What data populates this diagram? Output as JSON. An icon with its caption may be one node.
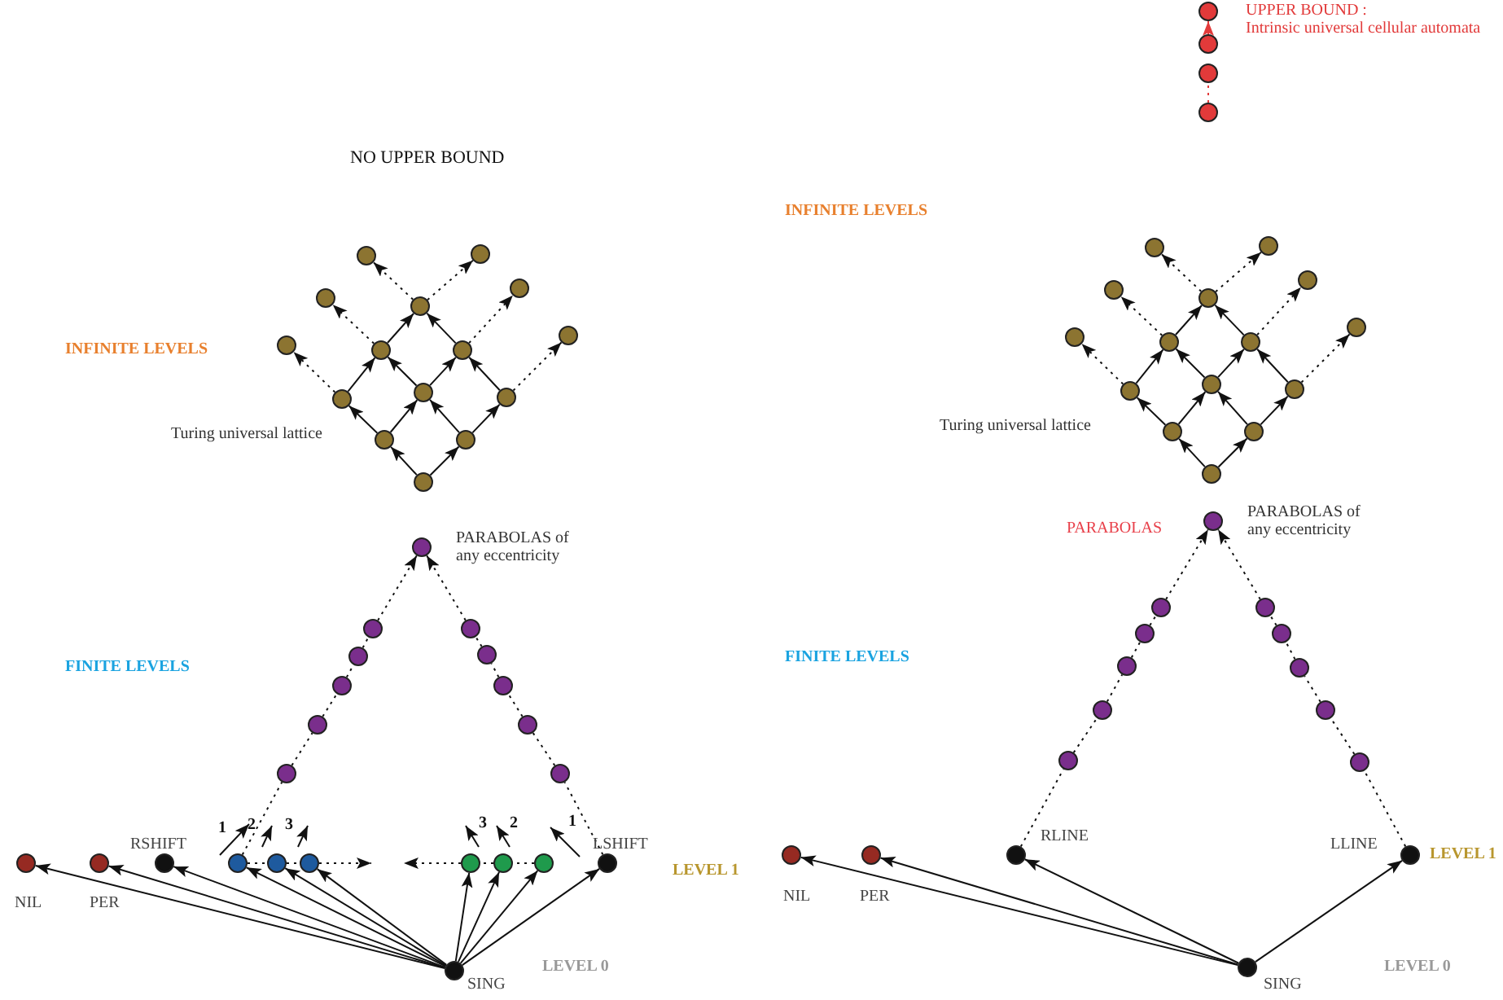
{
  "diagram": {
    "nodes": [
      {
        "text": [],
        "shape": "circle",
        "beside": [
          "UPPER BOUND :",
          "Intrinsic universal cellular automata"
        ]
      },
      {
        "text": [],
        "shape": "circle"
      },
      {
        "text": [],
        "shape": "circle"
      },
      {
        "text": [],
        "shape": "circle"
      },
      {
        "text": [],
        "shape": "circle"
      },
      {
        "text": [],
        "shape": "circle"
      },
      {
        "text": [],
        "shape": "circle"
      },
      {
        "text": [],
        "shape": "circle"
      },
      {
        "text": [],
        "shape": "circle"
      },
      {
        "text": [],
        "shape": "circle"
      },
      {
        "text": [],
        "shape": "circle"
      },
      {
        "text": [],
        "shape": "circle"
      },
      {
        "text": [],
        "shape": "circle"
      },
      {
        "text": [],
        "shape": "circle"
      },
      {
        "text": [],
        "shape": "circle"
      },
      {
        "text": [],
        "shape": "circle"
      },
      {
        "text": [],
        "shape": "circle"
      },
      {
        "text": [],
        "shape": "circle"
      },
      {
        "text": [],
        "shape": "circle"
      },
      {
        "text": [],
        "shape": "circle"
      },
      {
        "text": [],
        "shape": "circle"
      },
      {
        "text": [],
        "shape": "circle"
      },
      {
        "text": [],
        "shape": "circle"
      },
      {
        "text": [],
        "shape": "circle"
      },
      {
        "text": [],
        "shape": "circle"
      },
      {
        "text": [],
        "shape": "circle"
      },
      {
        "text": [],
        "shape": "circle"
      },
      {
        "text": [],
        "shape": "circle"
      },
      {
        "text": [],
        "shape": "circle"
      },
      {
        "text": [],
        "shape": "circle"
      },
      {
        "text": [],
        "shape": "circle"
      },
      {
        "text": [],
        "shape": "circle"
      },
      {
        "text": [],
        "shape": "circle"
      },
      {
        "text": [],
        "shape": "circle"
      },
      {
        "text": [],
        "shape": "circle",
        "beside": [
          "PARABOLAS of any eccentricity"
        ]
      },
      {
        "text": [],
        "shape": "circle"
      },
      {
        "text": [],
        "shape": "circle"
      },
      {
        "text": [],
        "shape": "circle"
      },
      {
        "text": [],
        "shape": "circle"
      },
      {
        "text": [],
        "shape": "circle"
      },
      {
        "text": [],
        "shape": "circle"
      },
      {
        "text": [],
        "shape": "circle"
      },
      {
        "text": [],
        "shape": "circle"
      },
      {
        "text": [],
        "shape": "circle"
      },
      {
        "text": [],
        "shape": "circle"
      },
      {
        "text": [],
        "shape": "circle",
        "beside": [
          "PARABOLAS of any eccentricity"
        ]
      },
      {
        "text": [],
        "shape": "circle"
      },
      {
        "text": [],
        "shape": "circle"
      },
      {
        "text": [],
        "shape": "circle"
      },
      {
        "text": [],
        "shape": "circle"
      },
      {
        "text": [],
        "shape": "circle"
      },
      {
        "text": [],
        "shape": "circle"
      },
      {
        "text": [],
        "shape": "circle"
      },
      {
        "text": [],
        "shape": "circle"
      },
      {
        "text": [],
        "shape": "circle"
      },
      {
        "text": [],
        "shape": "circle"
      },
      {
        "text": [],
        "shape": "circle",
        "beside": [
          "NIL"
        ]
      },
      {
        "text": [],
        "shape": "circle",
        "beside": [
          "PER"
        ]
      },
      {
        "text": [],
        "shape": "circle",
        "beside": [
          "RSHIFT"
        ]
      },
      {
        "text": [],
        "shape": "circle"
      },
      {
        "text": [],
        "shape": "circle"
      },
      {
        "text": [],
        "shape": "circle"
      },
      {
        "text": [],
        "shape": "circle"
      },
      {
        "text": [],
        "shape": "circle"
      },
      {
        "text": [],
        "shape": "circle"
      },
      {
        "text": [],
        "shape": "circle",
        "beside": [
          "LSHIFT"
        ]
      },
      {
        "text": [],
        "shape": "circle",
        "beside": [
          "SING"
        ]
      },
      {
        "text": [],
        "shape": "circle",
        "beside": [
          "NIL"
        ]
      },
      {
        "text": [],
        "shape": "circle",
        "beside": [
          "PER"
        ]
      },
      {
        "text": [],
        "shape": "circle",
        "beside": [
          "RLINE"
        ]
      },
      {
        "text": [],
        "shape": "circle",
        "beside": [
          "LLINE"
        ]
      },
      {
        "text": [],
        "shape": "circle",
        "beside": [
          "SING"
        ]
      }
    ],
    "edges": [
      {
        "from": 1,
        "to": 0,
        "arrow": "to",
        "color": "#e23a3a"
      },
      {
        "from": 3,
        "to": 2,
        "arrow": "none",
        "style": "dashed",
        "color": "#e23a3a"
      },
      {
        "from": 12,
        "to": 10,
        "arrow": "to"
      },
      {
        "from": 12,
        "to": 11,
        "arrow": "to"
      },
      {
        "from": 10,
        "to": 7,
        "arrow": "to"
      },
      {
        "from": 10,
        "to": 8,
        "arrow": "to"
      },
      {
        "from": 11,
        "to": 8,
        "arrow": "to"
      },
      {
        "from": 11,
        "to": 9,
        "arrow": "to"
      },
      {
        "from": 7,
        "to": 5,
        "arrow": "to"
      },
      {
        "from": 8,
        "to": 5,
        "arrow": "to"
      },
      {
        "from": 8,
        "to": 6,
        "arrow": "to"
      },
      {
        "from": 9,
        "to": 6,
        "arrow": "to"
      },
      {
        "from": 5,
        "to": 4,
        "arrow": "to"
      },
      {
        "from": 6,
        "to": 4,
        "arrow": "to"
      },
      {
        "from": 7,
        "to": 13,
        "arrow": "to",
        "style": "dashed"
      },
      {
        "from": 5,
        "to": 14,
        "arrow": "to",
        "style": "dashed"
      },
      {
        "from": 4,
        "to": 15,
        "arrow": "to",
        "style": "dashed"
      },
      {
        "from": 4,
        "to": 16,
        "arrow": "to",
        "style": "dashed"
      },
      {
        "from": 6,
        "to": 17,
        "arrow": "to",
        "style": "dashed"
      },
      {
        "from": 9,
        "to": 18,
        "arrow": "to",
        "style": "dashed"
      },
      {
        "from": 27,
        "to": 25,
        "arrow": "to"
      },
      {
        "from": 27,
        "to": 26,
        "arrow": "to"
      },
      {
        "from": 25,
        "to": 22,
        "arrow": "to"
      },
      {
        "from": 25,
        "to": 23,
        "arrow": "to"
      },
      {
        "from": 26,
        "to": 23,
        "arrow": "to"
      },
      {
        "from": 26,
        "to": 24,
        "arrow": "to"
      },
      {
        "from": 22,
        "to": 20,
        "arrow": "to"
      },
      {
        "from": 23,
        "to": 20,
        "arrow": "to"
      },
      {
        "from": 23,
        "to": 21,
        "arrow": "to"
      },
      {
        "from": 24,
        "to": 21,
        "arrow": "to"
      },
      {
        "from": 20,
        "to": 19,
        "arrow": "to"
      },
      {
        "from": 21,
        "to": 19,
        "arrow": "to"
      },
      {
        "from": 22,
        "to": 28,
        "arrow": "to",
        "style": "dashed"
      },
      {
        "from": 20,
        "to": 29,
        "arrow": "to",
        "style": "dashed"
      },
      {
        "from": 19,
        "to": 30,
        "arrow": "to",
        "style": "dashed"
      },
      {
        "from": 19,
        "to": 31,
        "arrow": "to",
        "style": "dashed"
      },
      {
        "from": 21,
        "to": 32,
        "arrow": "to",
        "style": "dashed"
      },
      {
        "from": 24,
        "to": 33,
        "arrow": "to",
        "style": "dashed"
      },
      {
        "from": 59,
        "to": 39,
        "arrow": "none",
        "style": "dashed"
      },
      {
        "from": 39,
        "to": 38,
        "arrow": "none",
        "style": "dashed"
      },
      {
        "from": 38,
        "to": 37,
        "arrow": "none",
        "style": "dashed"
      },
      {
        "from": 37,
        "to": 36,
        "arrow": "none",
        "style": "dashed"
      },
      {
        "from": 36,
        "to": 35,
        "arrow": "none",
        "style": "dashed"
      },
      {
        "from": 35,
        "to": 34,
        "arrow": "to",
        "style": "dashed"
      },
      {
        "from": 65,
        "to": 44,
        "arrow": "none",
        "style": "dashed"
      },
      {
        "from": 44,
        "to": 43,
        "arrow": "none",
        "style": "dashed"
      },
      {
        "from": 43,
        "to": 42,
        "arrow": "none",
        "style": "dashed"
      },
      {
        "from": 42,
        "to": 41,
        "arrow": "none",
        "style": "dashed"
      },
      {
        "from": 41,
        "to": 40,
        "arrow": "none",
        "style": "dashed"
      },
      {
        "from": 40,
        "to": 34,
        "arrow": "to",
        "style": "dashed"
      },
      {
        "from": 69,
        "to": 50,
        "arrow": "none",
        "style": "dashed"
      },
      {
        "from": 50,
        "to": 49,
        "arrow": "none",
        "style": "dashed"
      },
      {
        "from": 49,
        "to": 48,
        "arrow": "none",
        "style": "dashed"
      },
      {
        "from": 48,
        "to": 47,
        "arrow": "none",
        "style": "dashed"
      },
      {
        "from": 47,
        "to": 46,
        "arrow": "none",
        "style": "dashed"
      },
      {
        "from": 46,
        "to": 45,
        "arrow": "to",
        "style": "dashed"
      },
      {
        "from": 70,
        "to": 55,
        "arrow": "none",
        "style": "dashed"
      },
      {
        "from": 55,
        "to": 54,
        "arrow": "none",
        "style": "dashed"
      },
      {
        "from": 54,
        "to": 53,
        "arrow": "none",
        "style": "dashed"
      },
      {
        "from": 53,
        "to": 52,
        "arrow": "none",
        "style": "dashed"
      },
      {
        "from": 52,
        "to": 51,
        "arrow": "none",
        "style": "dashed"
      },
      {
        "from": 51,
        "to": 45,
        "arrow": "to",
        "style": "dashed"
      },
      {
        "from": 59,
        "to": 60,
        "arrow": "none",
        "style": "dashed"
      },
      {
        "from": 60,
        "to": 61,
        "arrow": "none",
        "style": "dashed"
      },
      {
        "from": 61,
        "to": null,
        "arrow": "to",
        "style": "dashed"
      },
      {
        "from": 64,
        "to": 63,
        "arrow": "none",
        "style": "dashed"
      },
      {
        "from": 63,
        "to": 62,
        "arrow": "none",
        "style": "dashed"
      },
      {
        "from": 62,
        "to": null,
        "arrow": "to",
        "style": "dashed"
      },
      {
        "from": 66,
        "to": 56,
        "arrow": "to"
      },
      {
        "from": 66,
        "to": 57,
        "arrow": "to"
      },
      {
        "from": 66,
        "to": 58,
        "arrow": "to"
      },
      {
        "from": 66,
        "to": 59,
        "arrow": "to"
      },
      {
        "from": 66,
        "to": 60,
        "arrow": "to"
      },
      {
        "from": 66,
        "to": 61,
        "arrow": "to"
      },
      {
        "from": 66,
        "to": 62,
        "arrow": "to"
      },
      {
        "from": 66,
        "to": 63,
        "arrow": "to"
      },
      {
        "from": 66,
        "to": 64,
        "arrow": "to"
      },
      {
        "from": 66,
        "to": 65,
        "arrow": "to"
      },
      {
        "from": 71,
        "to": 67,
        "arrow": "to"
      },
      {
        "from": 71,
        "to": 68,
        "arrow": "to"
      },
      {
        "from": 71,
        "to": 69,
        "arrow": "to"
      },
      {
        "from": 71,
        "to": 70,
        "arrow": "to"
      }
    ],
    "labels": [
      "NO UPPER BOUND",
      "INFINITE LEVELS",
      "Turing universal lattice",
      "INFINITE LEVELS",
      "Turing universal lattice",
      "PARABOLAS",
      "FINITE LEVELS",
      "FINITE LEVELS",
      "1",
      "2",
      "3",
      "3",
      "2",
      "1",
      "LEVEL 1",
      "LEVEL 1",
      "LEVEL 0",
      "LEVEL 0"
    ]
  }
}
